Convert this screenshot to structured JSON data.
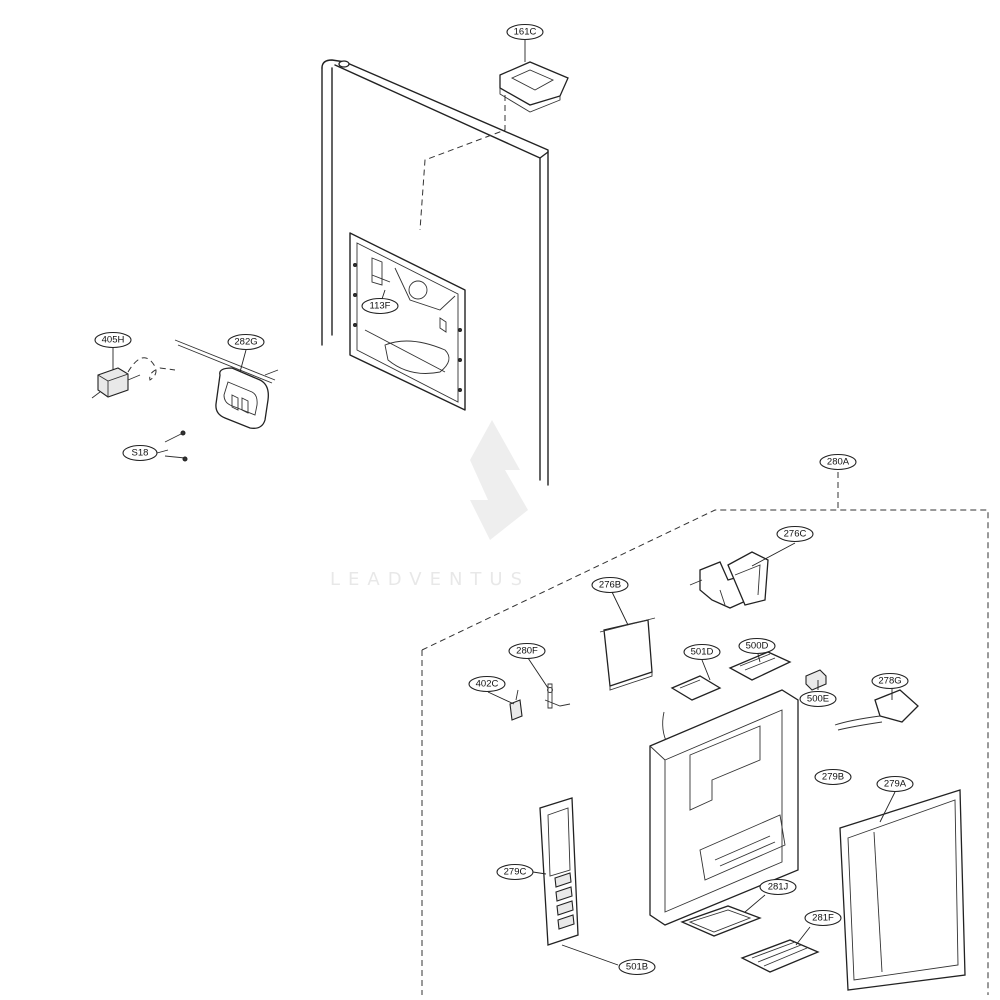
{
  "diagram": {
    "watermark_text": "LEADVENTUS",
    "callouts": [
      {
        "id": "161C",
        "label": "161C"
      },
      {
        "id": "113F",
        "label": "113F"
      },
      {
        "id": "405H",
        "label": "405H"
      },
      {
        "id": "282G",
        "label": "282G"
      },
      {
        "id": "S18",
        "label": "S18"
      },
      {
        "id": "280A",
        "label": "280A"
      },
      {
        "id": "276C",
        "label": "276C"
      },
      {
        "id": "276B",
        "label": "276B"
      },
      {
        "id": "280F",
        "label": "280F"
      },
      {
        "id": "402C",
        "label": "402C"
      },
      {
        "id": "501D",
        "label": "501D"
      },
      {
        "id": "500D",
        "label": "500D"
      },
      {
        "id": "500E",
        "label": "500E"
      },
      {
        "id": "278G",
        "label": "278G"
      },
      {
        "id": "279B",
        "label": "279B"
      },
      {
        "id": "279A",
        "label": "279A"
      },
      {
        "id": "279C",
        "label": "279C"
      },
      {
        "id": "281J",
        "label": "281J"
      },
      {
        "id": "281F",
        "label": "281F"
      },
      {
        "id": "501B",
        "label": "501B"
      }
    ]
  }
}
